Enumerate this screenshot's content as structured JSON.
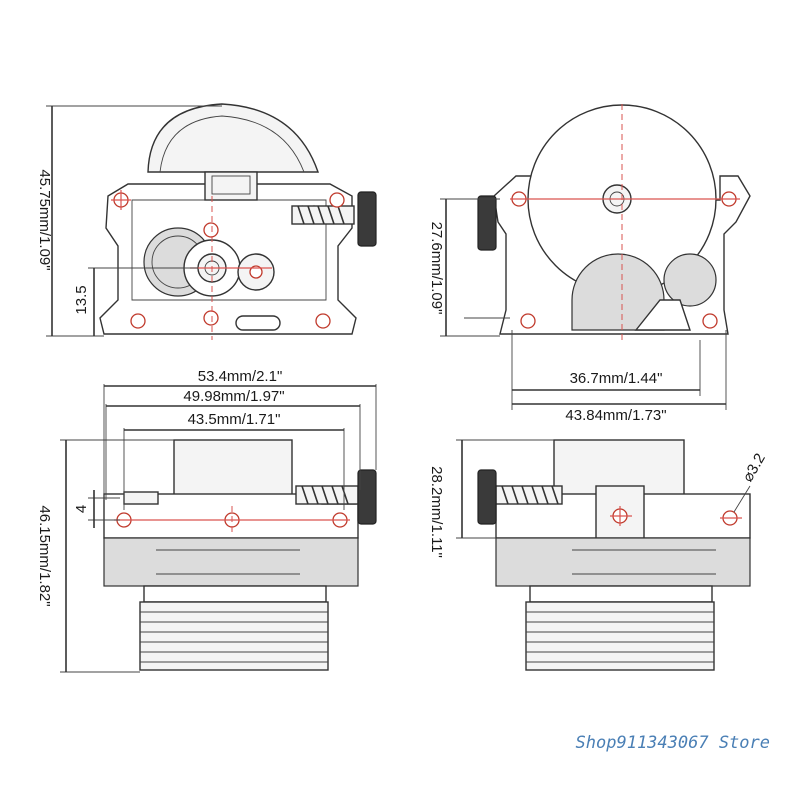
{
  "dimensions": {
    "top_left_height": "45.75mm/1.09\"",
    "top_left_offset": "13.5",
    "top_right_height": "27.6mm/1.09\"",
    "top_right_width_inner": "36.7mm/1.44\"",
    "top_right_width_outer": "43.84mm/1.73\"",
    "bottom_left_width_outer": "53.4mm/2.1\"",
    "bottom_left_width_mid": "49.98mm/1.97\"",
    "bottom_left_width_inner": "43.5mm/1.71\"",
    "bottom_left_height": "46.15mm/1.82\"",
    "bottom_left_offset": "4",
    "bottom_right_height": "28.2mm/1.11\"",
    "bottom_right_hole": "⌀3.2"
  },
  "watermark": "Shop911343067 Store",
  "colors": {
    "dimension_line": "#333333",
    "center_mark": "#d9534f",
    "watermark": "#4a7fb5"
  }
}
